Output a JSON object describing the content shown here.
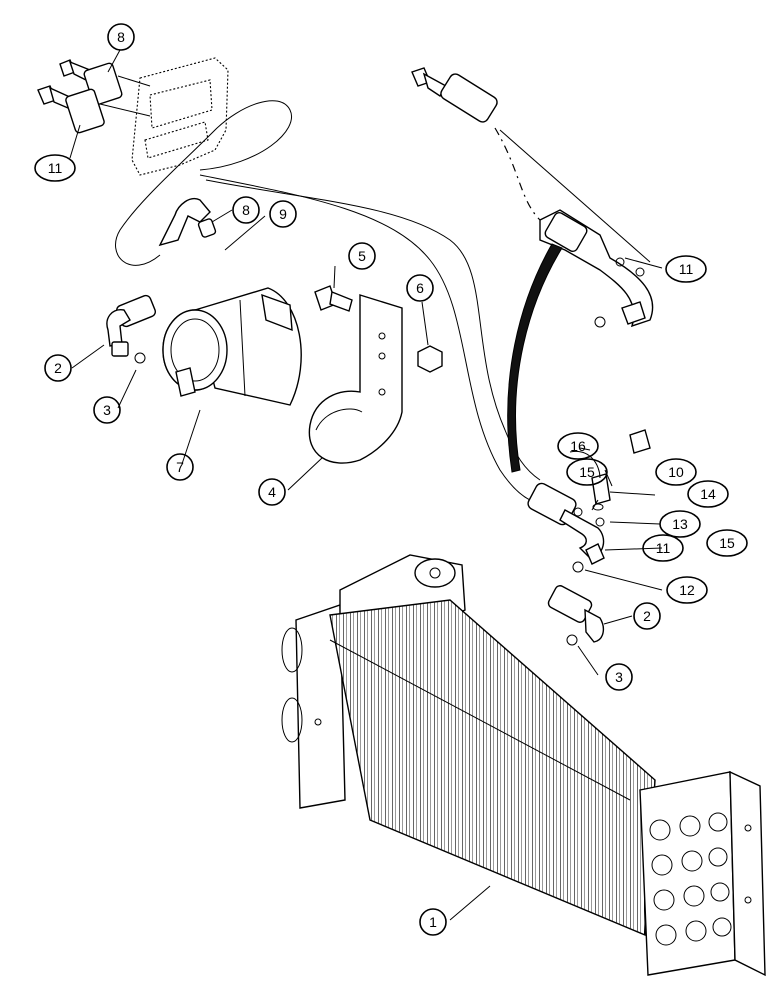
{
  "callouts": [
    {
      "id": "c1",
      "label": "1"
    },
    {
      "id": "c2a",
      "label": "2"
    },
    {
      "id": "c2b",
      "label": "2"
    },
    {
      "id": "c3a",
      "label": "3"
    },
    {
      "id": "c3b",
      "label": "3"
    },
    {
      "id": "c4",
      "label": "4"
    },
    {
      "id": "c5",
      "label": "5"
    },
    {
      "id": "c6",
      "label": "6"
    },
    {
      "id": "c7",
      "label": "7"
    },
    {
      "id": "c8a",
      "label": "8"
    },
    {
      "id": "c8b",
      "label": "8"
    },
    {
      "id": "c9",
      "label": "9"
    },
    {
      "id": "c10",
      "label": "10"
    },
    {
      "id": "c11a",
      "label": "11"
    },
    {
      "id": "c11b",
      "label": "11"
    },
    {
      "id": "c11c",
      "label": "11"
    },
    {
      "id": "c12",
      "label": "12"
    },
    {
      "id": "c13",
      "label": "13"
    },
    {
      "id": "c14",
      "label": "14"
    },
    {
      "id": "c15a",
      "label": "15"
    },
    {
      "id": "c15b",
      "label": "15"
    },
    {
      "id": "c16",
      "label": "16"
    }
  ]
}
